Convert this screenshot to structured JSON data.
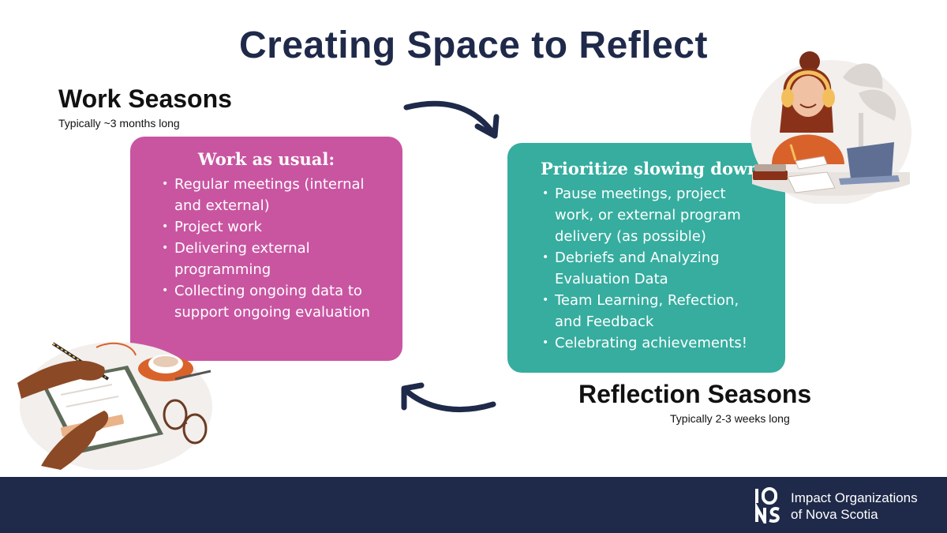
{
  "title": "Creating Space to Reflect",
  "work": {
    "heading": "Work Seasons",
    "duration": "Typically ~3 months long",
    "card_title": "Work as usual:",
    "items": [
      "Regular meetings (internal and external)",
      "Project work",
      "Delivering external programming",
      "Collecting ongoing data to support ongoing evaluation"
    ]
  },
  "reflection": {
    "heading": "Reflection Seasons",
    "duration": "Typically 2-3 weeks long",
    "card_title": "Prioritize slowing down:",
    "items": [
      "Pause meetings, project work, or external program delivery (as possible)",
      "Debriefs and Analyzing Evaluation Data",
      "Team Learning, Refection, and Feedback",
      "Celebrating achievements!"
    ]
  },
  "footer": {
    "org_line1": "Impact Organizations",
    "org_line2": "of Nova Scotia"
  },
  "colors": {
    "navy": "#1f2a4a",
    "work_card": "#c955a1",
    "reflection_card": "#36ad9f"
  },
  "icons": [
    "arrow-right-icon",
    "arrow-left-icon",
    "ions-logo-icon"
  ]
}
